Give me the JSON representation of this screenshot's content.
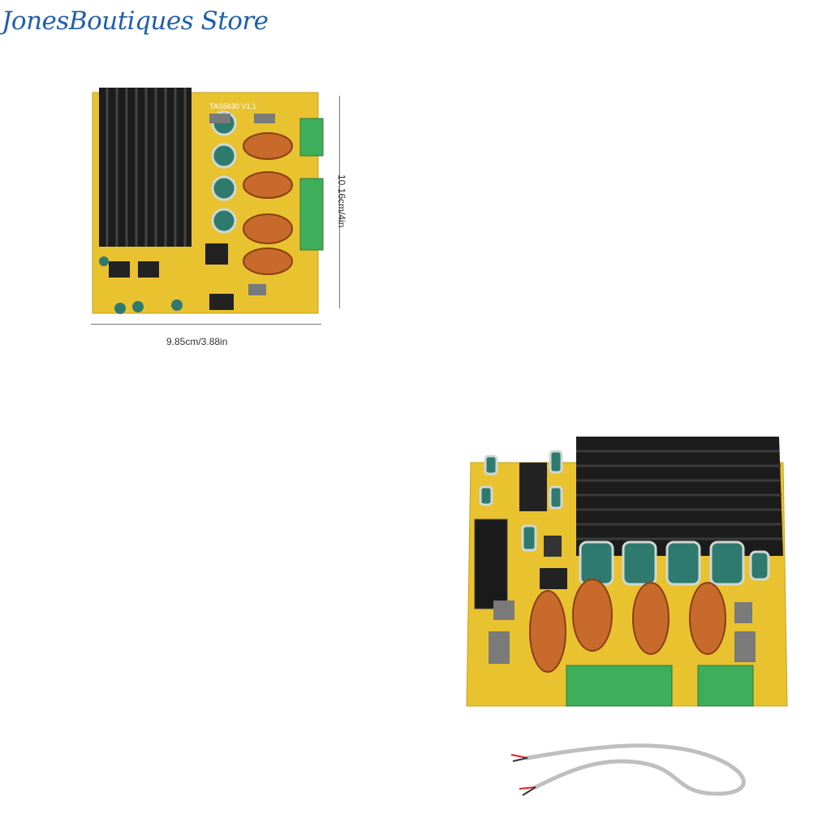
{
  "store": {
    "name": "JonesBoutiques Store"
  },
  "dimensions": {
    "width_label": "9.85cm/3.88in",
    "height_label": "10.16cm/4in"
  },
  "board": {
    "silkscreen": "TAS5630 V1.1"
  },
  "colors": {
    "title": "#1f5fae",
    "pcb": "#e9c230",
    "heatsink": "#1c1c1c",
    "coil": "#c76a2c",
    "terminal": "#3fae5a",
    "capacitor": "#2f7a6e"
  }
}
